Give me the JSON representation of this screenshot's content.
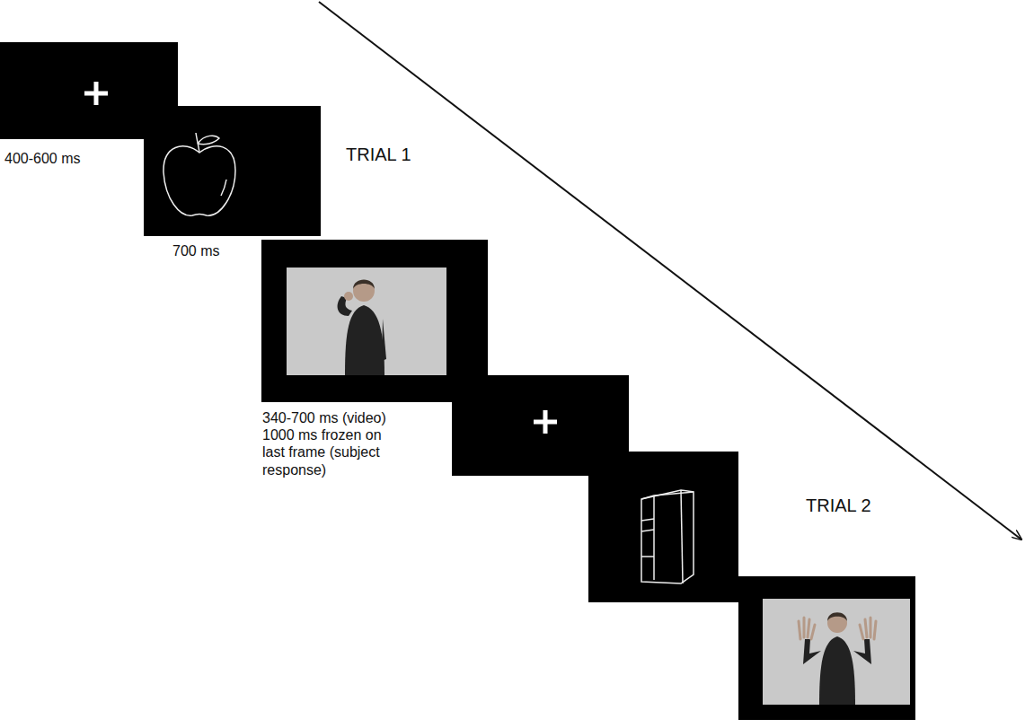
{
  "diagram": {
    "labels": [
      "400-600 ms",
      "TRIAL 1",
      "700 ms",
      "340-700 ms (video) 1000 ms frozen on last frame (subject response)",
      "TRIAL 2"
    ]
  }
}
